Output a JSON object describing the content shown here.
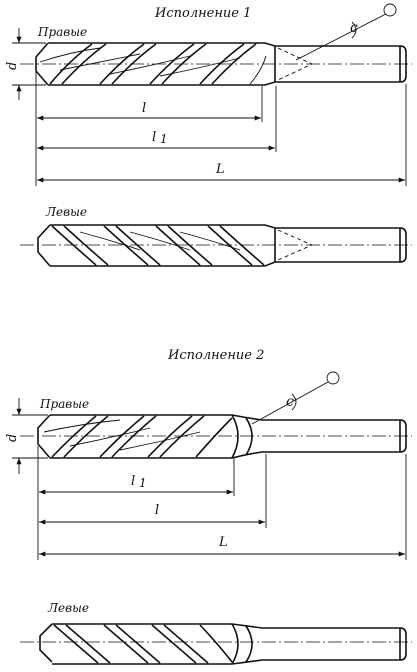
{
  "views": {
    "variant1": {
      "title": "Исполнение 1",
      "right_label": "Правые",
      "left_label": "Левые"
    },
    "variant2": {
      "title": "Исполнение 2",
      "right_label": "Правые",
      "left_label": "Левые"
    }
  },
  "dimensions": {
    "diameter": "d",
    "flute_length": "l",
    "neck_length": "l",
    "overall_length": "L"
  },
  "roughness_mark": "c"
}
